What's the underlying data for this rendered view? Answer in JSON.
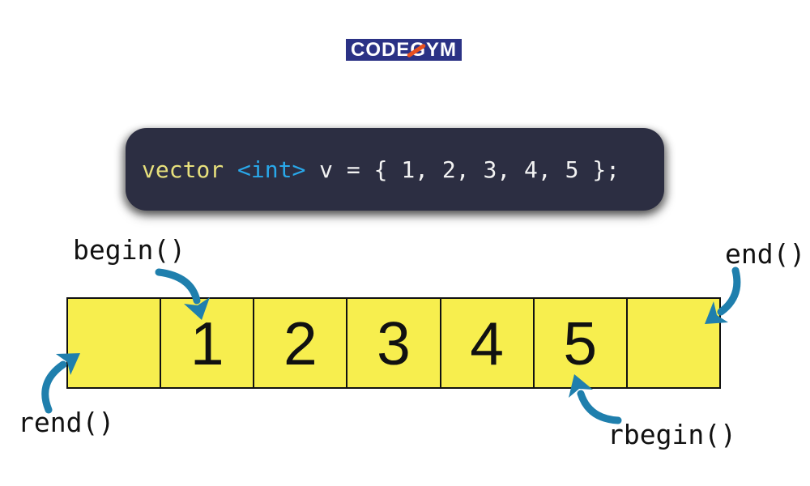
{
  "logo": {
    "text": "CODEGYM",
    "bg_color": "#2b3285",
    "slash_color": "#e8501f"
  },
  "code_snippet": {
    "bg_color": "#2c2e42",
    "tokens": [
      {
        "text": "vector ",
        "color": "#e7e07c"
      },
      {
        "text": "<int>",
        "color": "#29a8ea"
      },
      {
        "text": " v = { 1, 2, 3, 4, 5 };",
        "color": "#f2f2f2"
      }
    ]
  },
  "array": {
    "cells": [
      "",
      "1",
      "2",
      "3",
      "4",
      "5",
      ""
    ],
    "cell_color": "#f7ee4e",
    "border_color": "#111111"
  },
  "labels": {
    "begin": "begin()",
    "end": "end()",
    "rend": "rend()",
    "rbegin": "rbegin()"
  },
  "arrow_color": "#1f7fad"
}
